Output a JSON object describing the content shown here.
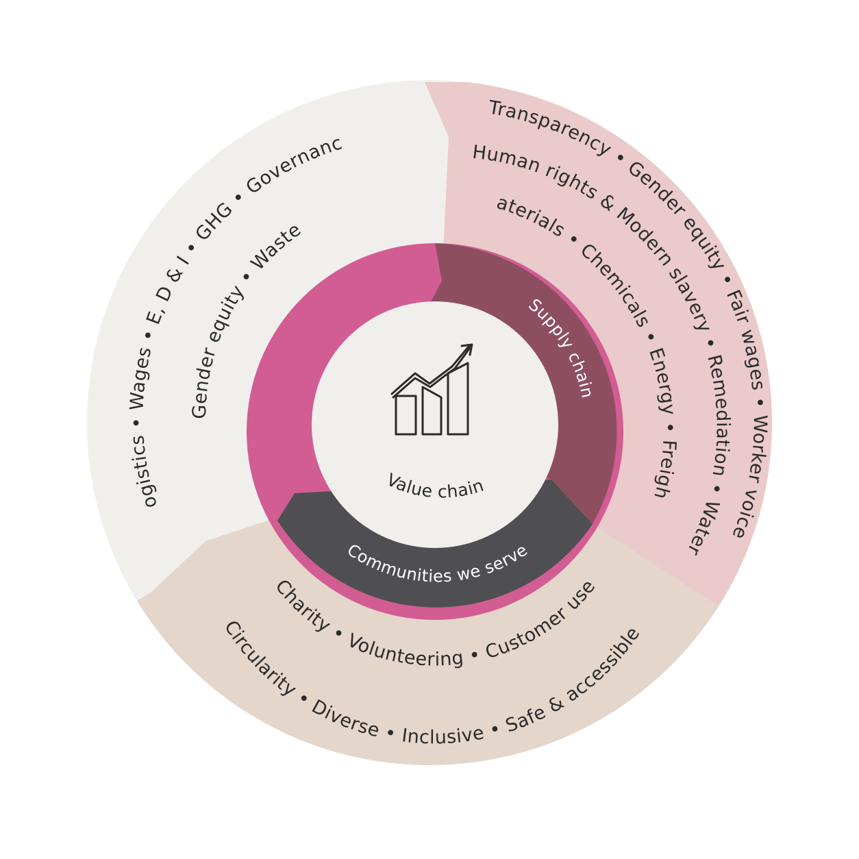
{
  "center": {
    "label": "Value chain",
    "icon": "bar-chart-growth-icon"
  },
  "ring": {
    "supply_chain": "Supply chain",
    "communities": "Communities we serve"
  },
  "outer": {
    "operations_line1": "Logistics • Wages • E, D & I • GHG • Governance",
    "operations_line2": "Gender equity • Waste",
    "supply_line1": "Transparency • Gender equity • Fair wages • Worker voice",
    "supply_line2": "Human rights & Modern slavery • Remediation • Water",
    "supply_line3": "Materials • Chemicals • Energy • Freight",
    "communities_line1": "Charity • Volunteering • Customer use",
    "communities_line2": "Circularity • Diverse • Inclusive • Safe & accessible"
  },
  "colors": {
    "operations_outer": "#f1efec",
    "supply_outer": "#eacaca",
    "communities_outer": "#e5d6cb",
    "operations_ring": "#d25d93",
    "supply_ring": "#8d4f60",
    "communities_ring": "#4f4f53",
    "center": "#f1efec"
  }
}
